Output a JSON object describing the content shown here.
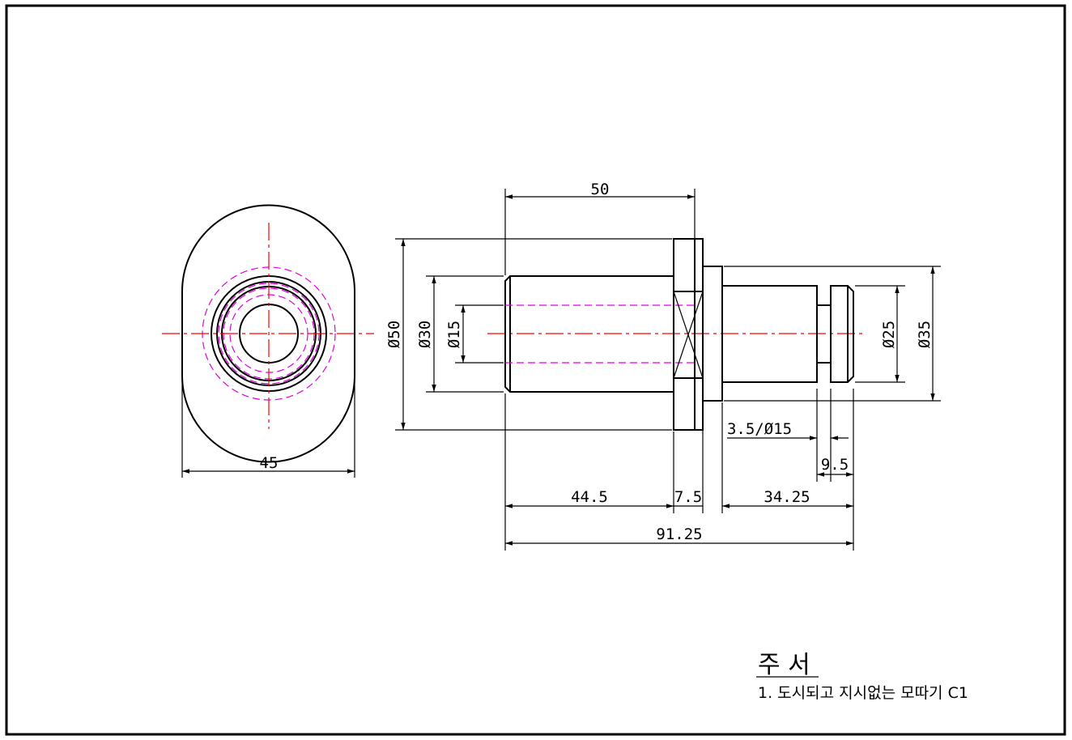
{
  "dimensions": {
    "front_width": "45",
    "top_length": "50",
    "dia50": "Ø50",
    "dia30": "Ø30",
    "dia15": "Ø15",
    "dia25": "Ø25",
    "dia35": "Ø35",
    "groove": "3.5/Ø15",
    "len_9_5": "9.5",
    "len_44_5": "44.5",
    "len_7_5": "7.5",
    "len_34_25": "34.25",
    "total": "91.25"
  },
  "notes": {
    "title": "주 서",
    "line1": "1. 도시되고 지시없는 모따기 C1"
  },
  "colors": {
    "object_line": "#000000",
    "center_line": "#ff0000",
    "hidden_line": "#e000e0"
  }
}
